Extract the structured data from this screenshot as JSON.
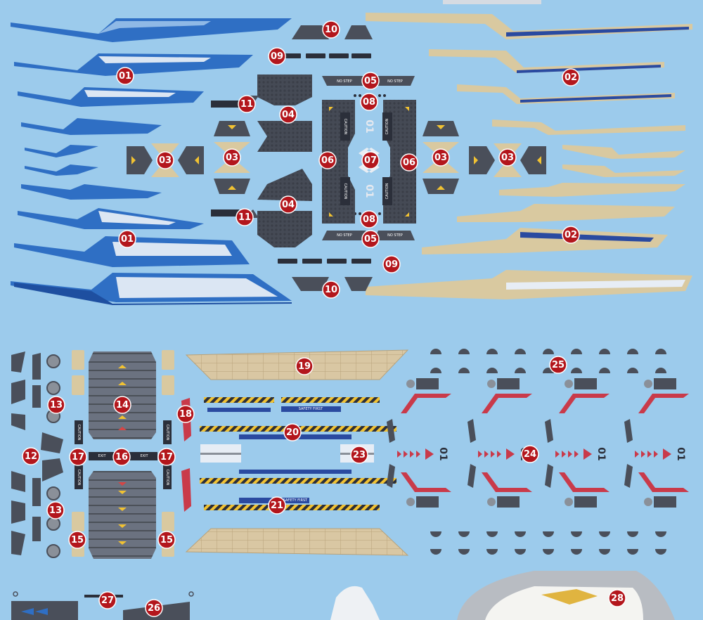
{
  "badges": [
    {
      "id": "b01a",
      "label": "01"
    },
    {
      "id": "b01b",
      "label": "01"
    },
    {
      "id": "b02a",
      "label": "02"
    },
    {
      "id": "b02b",
      "label": "02"
    },
    {
      "id": "b03a",
      "label": "03"
    },
    {
      "id": "b03b",
      "label": "03"
    },
    {
      "id": "b03c",
      "label": "03"
    },
    {
      "id": "b03d",
      "label": "03"
    },
    {
      "id": "b04a",
      "label": "04"
    },
    {
      "id": "b04b",
      "label": "04"
    },
    {
      "id": "b05a",
      "label": "05"
    },
    {
      "id": "b05b",
      "label": "05"
    },
    {
      "id": "b06a",
      "label": "06"
    },
    {
      "id": "b06b",
      "label": "06"
    },
    {
      "id": "b07",
      "label": "07"
    },
    {
      "id": "b08a",
      "label": "08"
    },
    {
      "id": "b08b",
      "label": "08"
    },
    {
      "id": "b09a",
      "label": "09"
    },
    {
      "id": "b09b",
      "label": "09"
    },
    {
      "id": "b10a",
      "label": "10"
    },
    {
      "id": "b10b",
      "label": "10"
    },
    {
      "id": "b11a",
      "label": "11"
    },
    {
      "id": "b11b",
      "label": "11"
    },
    {
      "id": "b12",
      "label": "12"
    },
    {
      "id": "b13a",
      "label": "13"
    },
    {
      "id": "b13b",
      "label": "13"
    },
    {
      "id": "b14",
      "label": "14"
    },
    {
      "id": "b15a",
      "label": "15"
    },
    {
      "id": "b15b",
      "label": "15"
    },
    {
      "id": "b16",
      "label": "16"
    },
    {
      "id": "b17a",
      "label": "17"
    },
    {
      "id": "b17b",
      "label": "17"
    },
    {
      "id": "b18",
      "label": "18"
    },
    {
      "id": "b19",
      "label": "19"
    },
    {
      "id": "b20",
      "label": "20"
    },
    {
      "id": "b21",
      "label": "21"
    },
    {
      "id": "b23",
      "label": "23"
    },
    {
      "id": "b24",
      "label": "24"
    },
    {
      "id": "b25",
      "label": "25"
    },
    {
      "id": "b26",
      "label": "26"
    },
    {
      "id": "b27",
      "label": "27"
    },
    {
      "id": "b28",
      "label": "28"
    }
  ],
  "decal_text": {
    "caution": "CAUTION",
    "no_step": "NO STEP",
    "exit": "EXIT",
    "safety_first": "SAFETY FIRST",
    "code_01": "01"
  },
  "colors": {
    "sheet_bg": "#9ccbec",
    "blue_stripe": "#2f6fc4",
    "gold_stripe": "#d9c9a0",
    "grey_panel": "#4a4f5a",
    "marker_red": "#b3161c",
    "warning_yellow": "#f1c232"
  }
}
